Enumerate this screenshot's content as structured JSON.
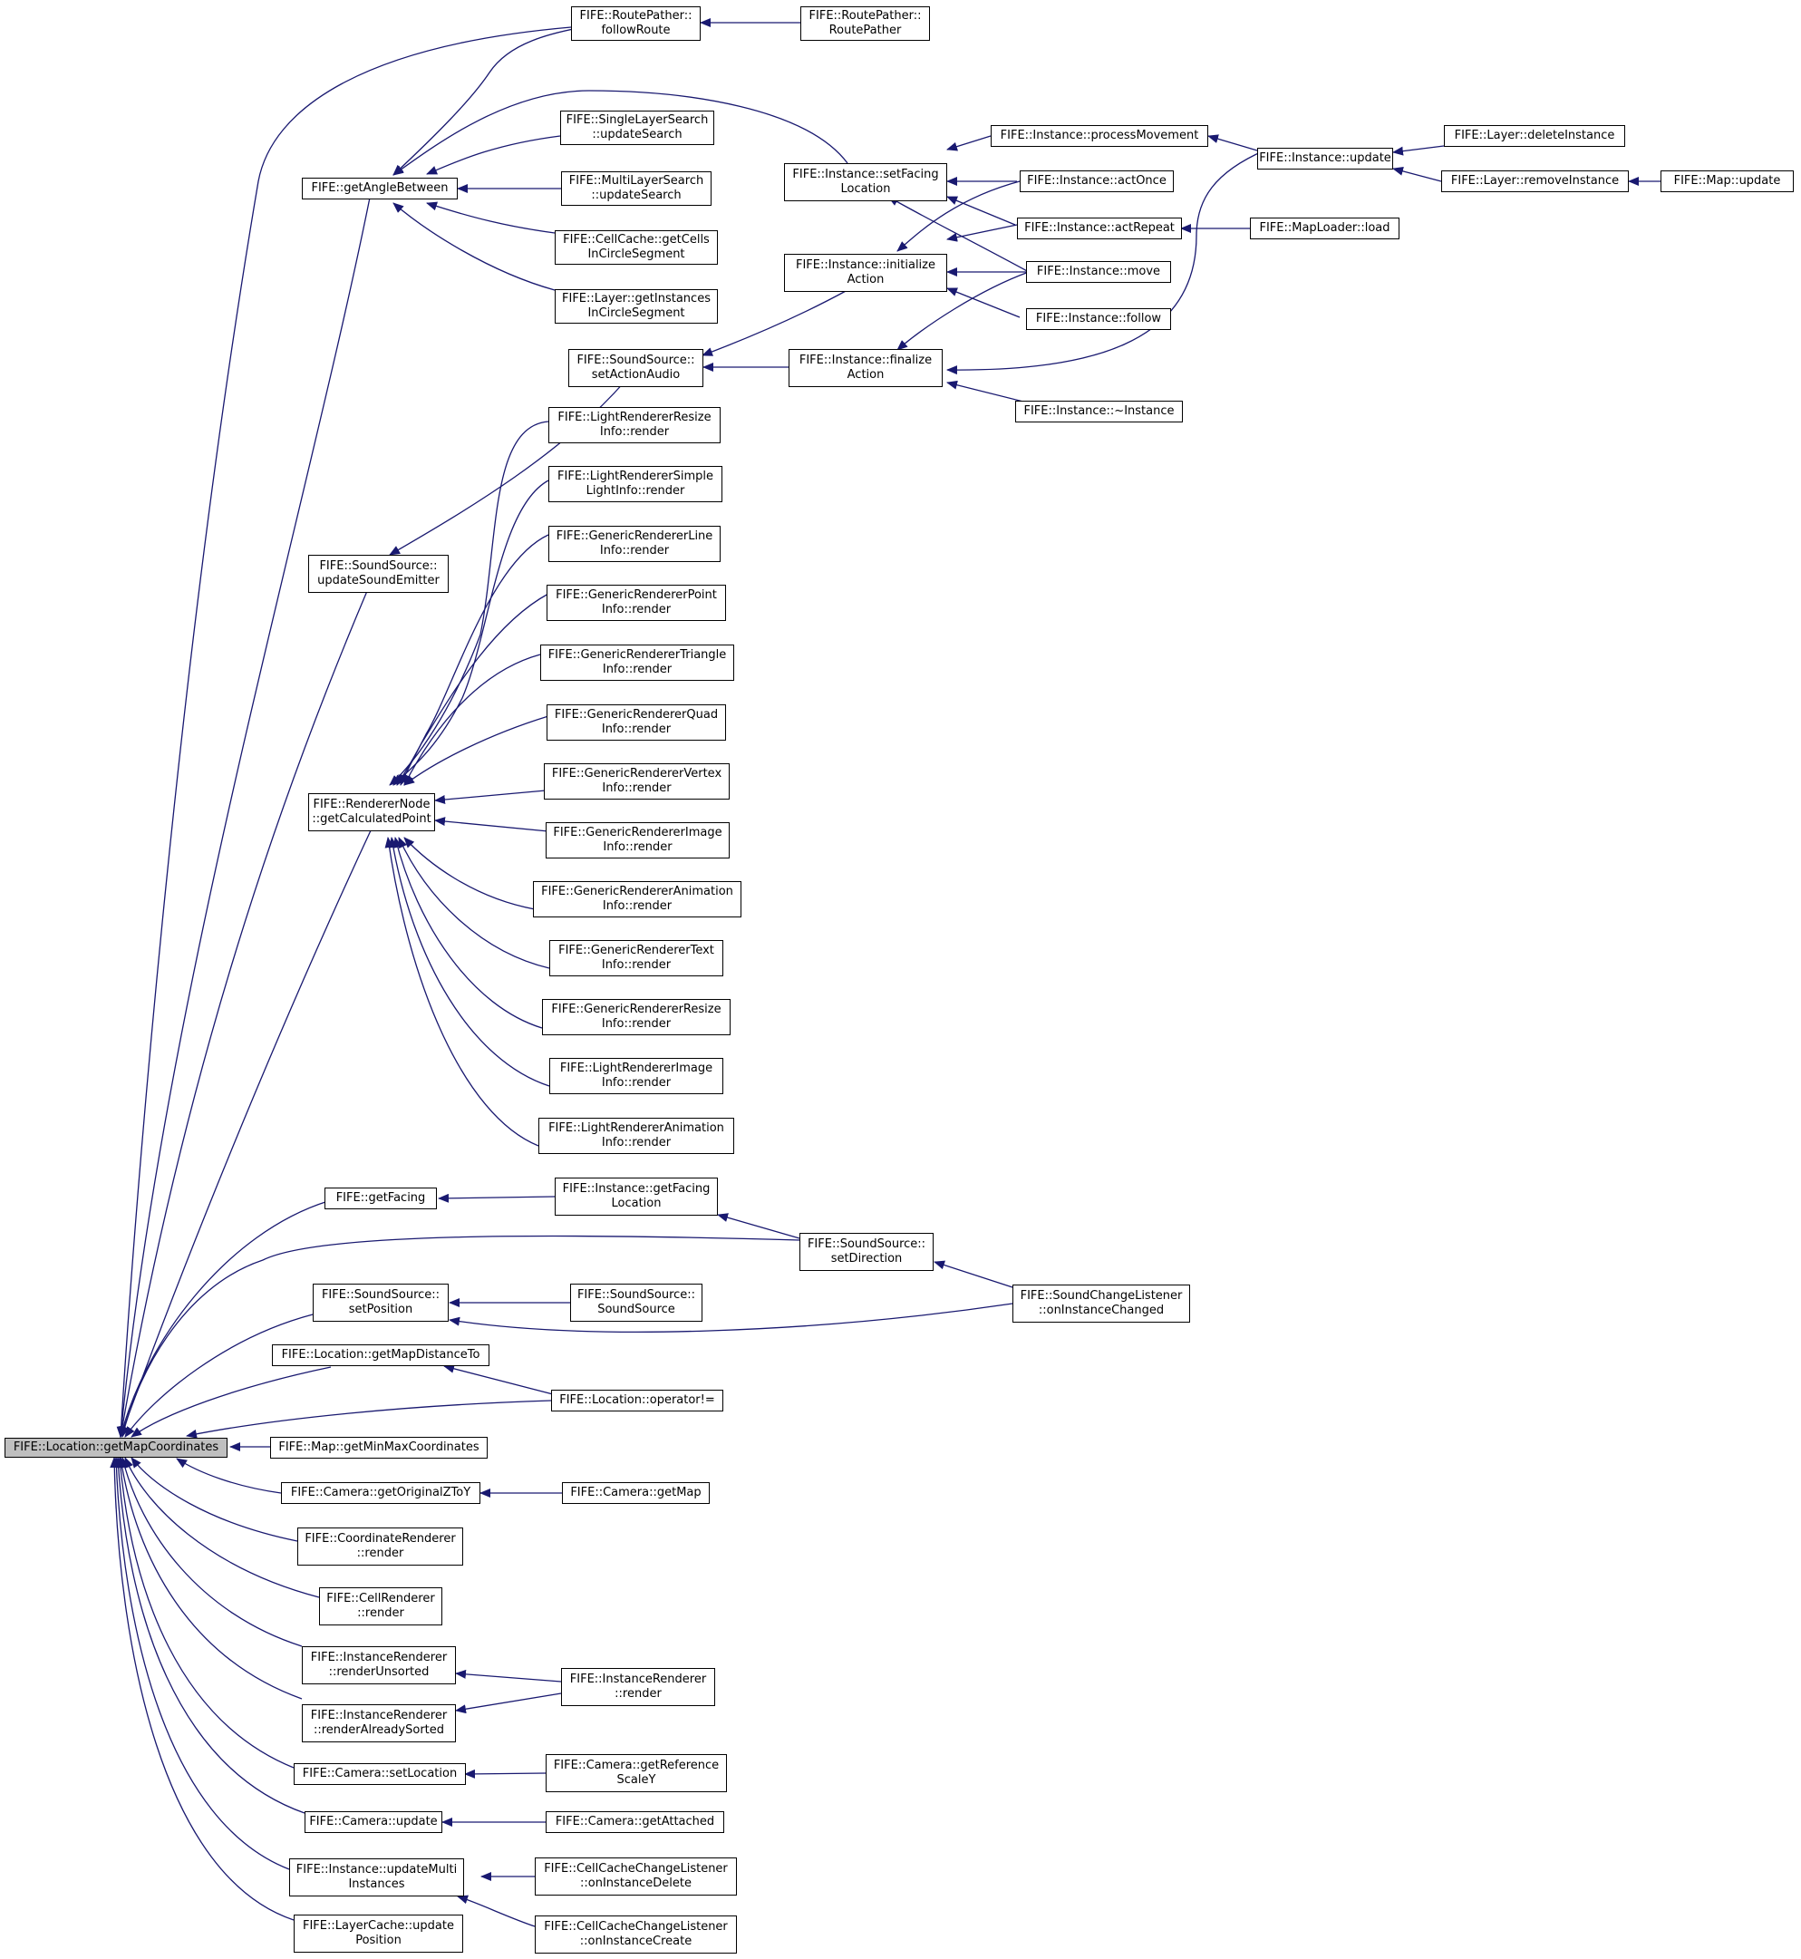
{
  "colors": {
    "edge": "#191970",
    "node_border": "#000000",
    "root_fill": "#bfbfbf"
  },
  "nodes": {
    "root": [
      "FIFE::Location::getMapCoordinates"
    ],
    "rp_follow": [
      "FIFE::RoutePather::",
      "followRoute"
    ],
    "rp_ctor": [
      "FIFE::RoutePather::",
      "RoutePather"
    ],
    "angle": [
      "FIFE::getAngleBetween"
    ],
    "single_ls": [
      "FIFE::SingleLayerSearch",
      "::updateSearch"
    ],
    "multi_ls": [
      "FIFE::MultiLayerSearch",
      "::updateSearch"
    ],
    "cellcache_cells": [
      "FIFE::CellCache::getCells",
      "InCircleSegment"
    ],
    "layer_inst": [
      "FIFE::Layer::getInstances",
      "InCircleSegment"
    ],
    "inst_setfacing": [
      "FIFE::Instance::setFacing",
      "Location"
    ],
    "inst_procmove": [
      "FIFE::Instance::processMovement"
    ],
    "inst_update": [
      "FIFE::Instance::update"
    ],
    "layer_delete": [
      "FIFE::Layer::deleteInstance"
    ],
    "layer_remove": [
      "FIFE::Layer::removeInstance"
    ],
    "map_update": [
      "FIFE::Map::update"
    ],
    "inst_actonce": [
      "FIFE::Instance::actOnce"
    ],
    "inst_actrepeat": [
      "FIFE::Instance::actRepeat"
    ],
    "maploader": [
      "FIFE::MapLoader::load"
    ],
    "inst_init": [
      "FIFE::Instance::initialize",
      "Action"
    ],
    "inst_move": [
      "FIFE::Instance::move"
    ],
    "inst_follow": [
      "FIFE::Instance::follow"
    ],
    "ss_setaction": [
      "FIFE::SoundSource::",
      "setActionAudio"
    ],
    "inst_finalize": [
      "FIFE::Instance::finalize",
      "Action"
    ],
    "inst_dtor": [
      "FIFE::Instance::~Instance"
    ],
    "ss_updateemitter": [
      "FIFE::SoundSource::",
      "updateSoundEmitter"
    ],
    "lr_resize": [
      "FIFE::LightRendererResize",
      "Info::render"
    ],
    "lr_simple": [
      "FIFE::LightRendererSimple",
      "LightInfo::render"
    ],
    "gr_line": [
      "FIFE::GenericRendererLine",
      "Info::render"
    ],
    "gr_point": [
      "FIFE::GenericRendererPoint",
      "Info::render"
    ],
    "gr_triangle": [
      "FIFE::GenericRendererTriangle",
      "Info::render"
    ],
    "gr_quad": [
      "FIFE::GenericRendererQuad",
      "Info::render"
    ],
    "gr_vertex": [
      "FIFE::GenericRendererVertex",
      "Info::render"
    ],
    "gr_image": [
      "FIFE::GenericRendererImage",
      "Info::render"
    ],
    "gr_anim": [
      "FIFE::GenericRendererAnimation",
      "Info::render"
    ],
    "gr_text": [
      "FIFE::GenericRendererText",
      "Info::render"
    ],
    "gr_resize": [
      "FIFE::GenericRendererResize",
      "Info::render"
    ],
    "lr_image": [
      "FIFE::LightRendererImage",
      "Info::render"
    ],
    "lr_anim": [
      "FIFE::LightRendererAnimation",
      "Info::render"
    ],
    "rnode": [
      "FIFE::RendererNode",
      "::getCalculatedPoint"
    ],
    "getfacing": [
      "FIFE::getFacing"
    ],
    "inst_getfacing": [
      "FIFE::Instance::getFacing",
      "Location"
    ],
    "ss_setdir": [
      "FIFE::SoundSource::",
      "setDirection"
    ],
    "ss_setpos": [
      "FIFE::SoundSource::",
      "setPosition"
    ],
    "ss_ctor": [
      "FIFE::SoundSource::",
      "SoundSource"
    ],
    "scl_changed": [
      "FIFE::SoundChangeListener",
      "::onInstanceChanged"
    ],
    "loc_dist": [
      "FIFE::Location::getMapDistanceTo"
    ],
    "loc_neq": [
      "FIFE::Location::operator!="
    ],
    "map_minmax": [
      "FIFE::Map::getMinMaxCoordinates"
    ],
    "cam_origz": [
      "FIFE::Camera::getOriginalZToY"
    ],
    "cam_getmap": [
      "FIFE::Camera::getMap"
    ],
    "coord_render": [
      "FIFE::CoordinateRenderer",
      "::render"
    ],
    "cell_render": [
      "FIFE::CellRenderer",
      "::render"
    ],
    "ir_unsorted": [
      "FIFE::InstanceRenderer",
      "::renderUnsorted"
    ],
    "ir_render": [
      "FIFE::InstanceRenderer",
      "::render"
    ],
    "ir_sorted": [
      "FIFE::InstanceRenderer",
      "::renderAlreadySorted"
    ],
    "cam_setloc": [
      "FIFE::Camera::setLocation"
    ],
    "cam_getref": [
      "FIFE::Camera::getReference",
      "ScaleY"
    ],
    "cam_update": [
      "FIFE::Camera::update"
    ],
    "cam_getattached": [
      "FIFE::Camera::getAttached"
    ],
    "inst_updmulti": [
      "FIFE::Instance::updateMulti",
      "Instances"
    ],
    "cccl_delete": [
      "FIFE::CellCacheChangeListener",
      "::onInstanceDelete"
    ],
    "cccl_create": [
      "FIFE::CellCacheChangeListener",
      "::onInstanceCreate"
    ],
    "lc_updpos": [
      "FIFE::LayerCache::update",
      "Position"
    ]
  }
}
